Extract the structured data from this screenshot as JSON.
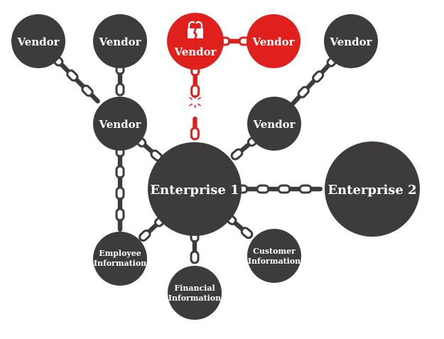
{
  "colors": {
    "node": "#3d3b3b",
    "compromised": "#e0201c",
    "chain": "#3d3b3b",
    "chain_compromised": "#e0201c",
    "label": "#ffffff",
    "background": "#ffffff"
  },
  "nodes": {
    "vendor_top_left": {
      "label": "Vendor"
    },
    "vendor_top_second": {
      "label": "Vendor"
    },
    "vendor_breached": {
      "label": "Vendor",
      "icon": "broken-lock-icon"
    },
    "vendor_top_red": {
      "label": "Vendor"
    },
    "vendor_top_right": {
      "label": "Vendor"
    },
    "vendor_mid_left": {
      "label": "Vendor"
    },
    "vendor_mid_right": {
      "label": "Vendor"
    },
    "enterprise_1": {
      "label": "Enterprise 1"
    },
    "enterprise_2": {
      "label": "Enterprise 2"
    },
    "employee_information": {
      "line1": "Employee",
      "line2": "Information"
    },
    "financial_information": {
      "line1": "Financial",
      "line2": "Information"
    },
    "customer_information": {
      "line1": "Customer",
      "line2": "Information"
    }
  },
  "links": [
    {
      "from": "vendor_top_left",
      "to": "vendor_mid_left",
      "status": "intact"
    },
    {
      "from": "vendor_top_second",
      "to": "vendor_mid_left",
      "status": "intact"
    },
    {
      "from": "vendor_breached",
      "to": "vendor_top_red",
      "status": "compromised"
    },
    {
      "from": "vendor_breached",
      "to": "enterprise_1",
      "status": "broken"
    },
    {
      "from": "vendor_top_right",
      "to": "vendor_mid_right",
      "status": "intact"
    },
    {
      "from": "vendor_mid_left",
      "to": "enterprise_1",
      "status": "intact"
    },
    {
      "from": "vendor_mid_left",
      "to": "employee_information",
      "status": "intact"
    },
    {
      "from": "vendor_mid_right",
      "to": "enterprise_1",
      "status": "intact"
    },
    {
      "from": "enterprise_1",
      "to": "enterprise_2",
      "status": "intact"
    },
    {
      "from": "enterprise_1",
      "to": "employee_information",
      "status": "intact"
    },
    {
      "from": "enterprise_1",
      "to": "financial_information",
      "status": "intact"
    },
    {
      "from": "enterprise_1",
      "to": "customer_information",
      "status": "intact"
    }
  ]
}
